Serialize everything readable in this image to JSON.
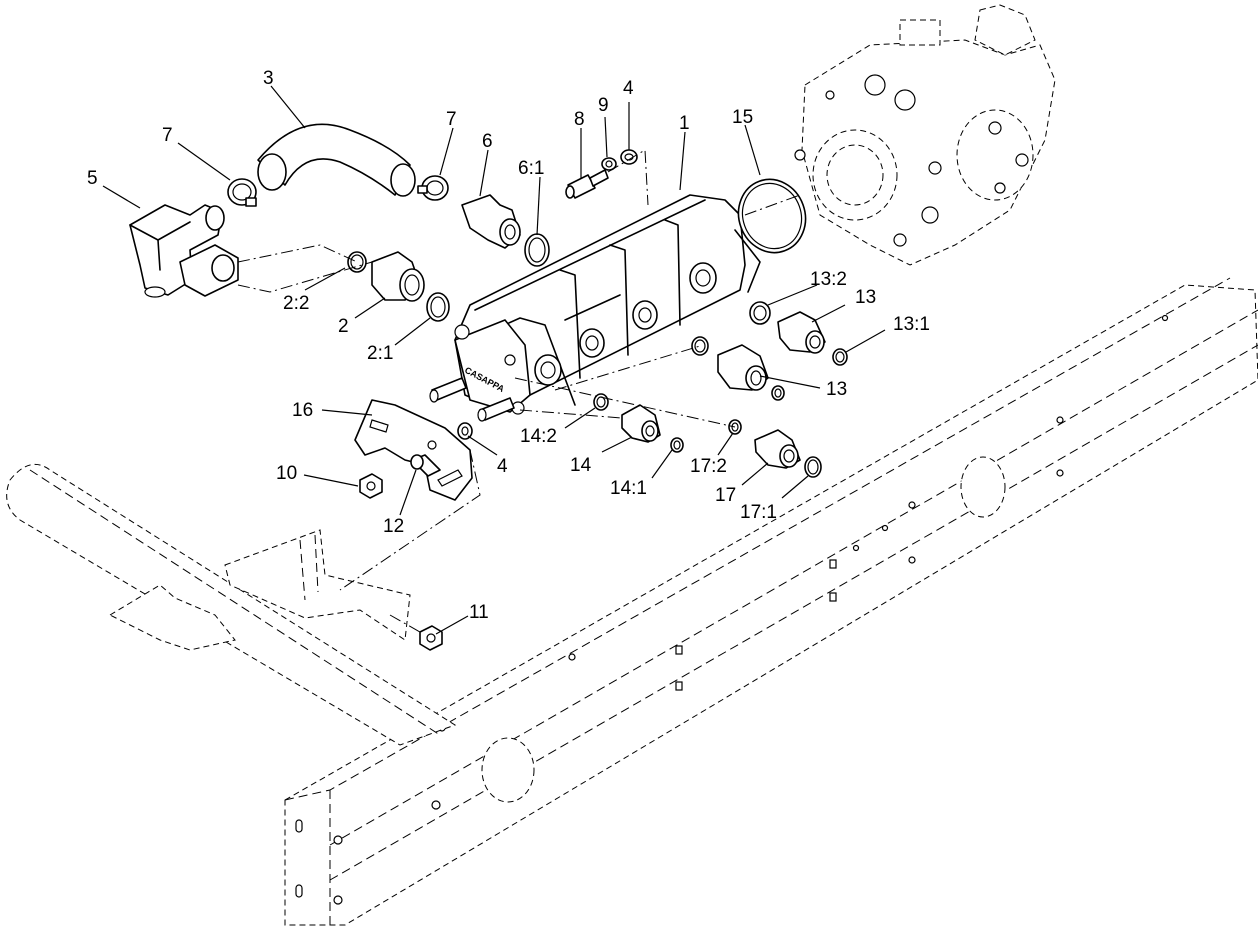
{
  "diagram": {
    "callouts": [
      {
        "id": "c3",
        "label": "3"
      },
      {
        "id": "c7a",
        "label": "7"
      },
      {
        "id": "c5",
        "label": "5"
      },
      {
        "id": "c7b",
        "label": "7"
      },
      {
        "id": "c6",
        "label": "6"
      },
      {
        "id": "c61",
        "label": "6:1"
      },
      {
        "id": "c8",
        "label": "8"
      },
      {
        "id": "c9",
        "label": "9"
      },
      {
        "id": "c4a",
        "label": "4"
      },
      {
        "id": "c1",
        "label": "1"
      },
      {
        "id": "c15",
        "label": "15"
      },
      {
        "id": "c22",
        "label": "2:2"
      },
      {
        "id": "c2",
        "label": "2"
      },
      {
        "id": "c21",
        "label": "2:1"
      },
      {
        "id": "c132",
        "label": "13:2"
      },
      {
        "id": "c13a",
        "label": "13"
      },
      {
        "id": "c131",
        "label": "13:1"
      },
      {
        "id": "c13b",
        "label": "13"
      },
      {
        "id": "c16",
        "label": "16"
      },
      {
        "id": "c4b",
        "label": "4"
      },
      {
        "id": "c142",
        "label": "14:2"
      },
      {
        "id": "c14",
        "label": "14"
      },
      {
        "id": "c141",
        "label": "14:1"
      },
      {
        "id": "c172",
        "label": "17:2"
      },
      {
        "id": "c17",
        "label": "17"
      },
      {
        "id": "c171",
        "label": "17:1"
      },
      {
        "id": "c10",
        "label": "10"
      },
      {
        "id": "c12",
        "label": "12"
      },
      {
        "id": "c11",
        "label": "11"
      }
    ],
    "pump_brand_text": "CASAPPA"
  }
}
